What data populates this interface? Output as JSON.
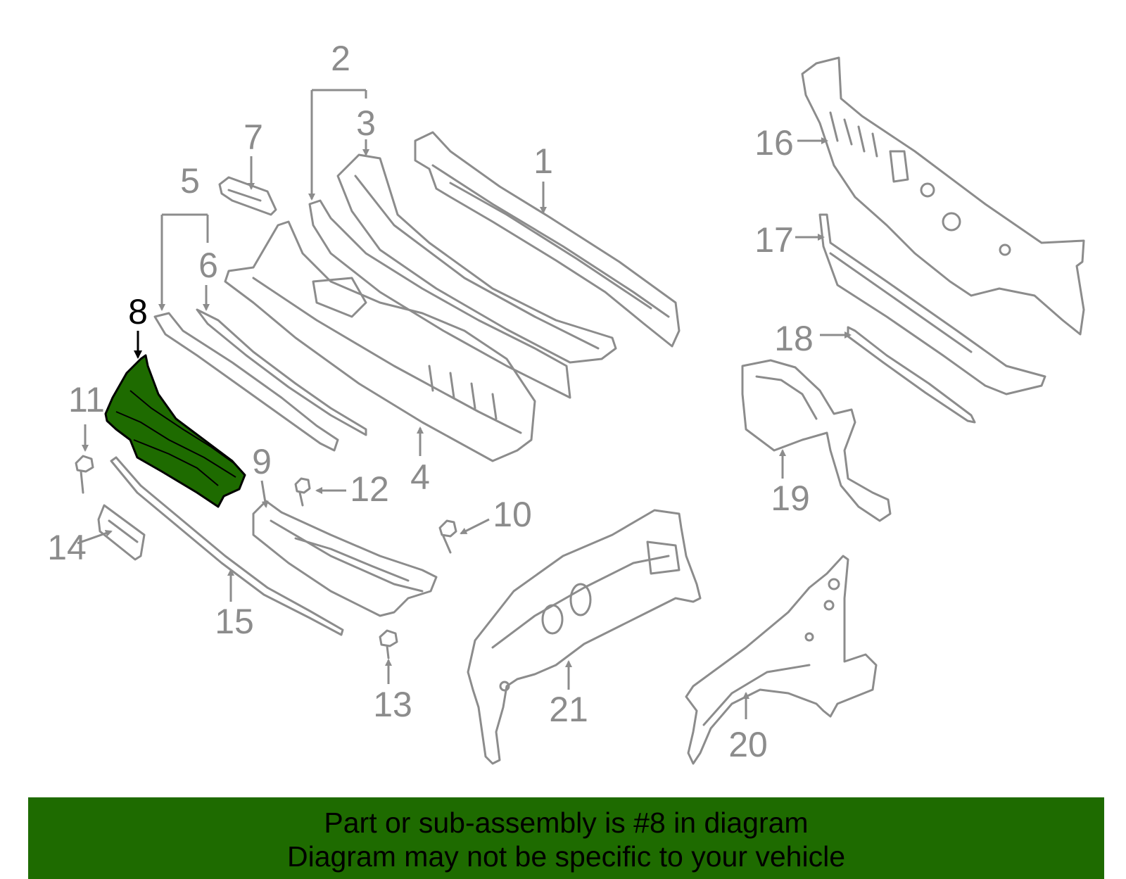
{
  "diagram": {
    "highlight_color": "#1e6b00",
    "selected_part": "8",
    "callouts": {
      "c1": "1",
      "c2": "2",
      "c3": "3",
      "c4": "4",
      "c5": "5",
      "c6": "6",
      "c7": "7",
      "c8": "8",
      "c9": "9",
      "c10": "10",
      "c11": "11",
      "c12": "12",
      "c13": "13",
      "c14": "14",
      "c15": "15",
      "c16": "16",
      "c17": "17",
      "c18": "18",
      "c19": "19",
      "c20": "20",
      "c21": "21"
    }
  },
  "banner": {
    "line1": "Part or sub-assembly is #8 in diagram",
    "line2": "Diagram may not be specific to your vehicle",
    "background": "#1e6b00"
  }
}
